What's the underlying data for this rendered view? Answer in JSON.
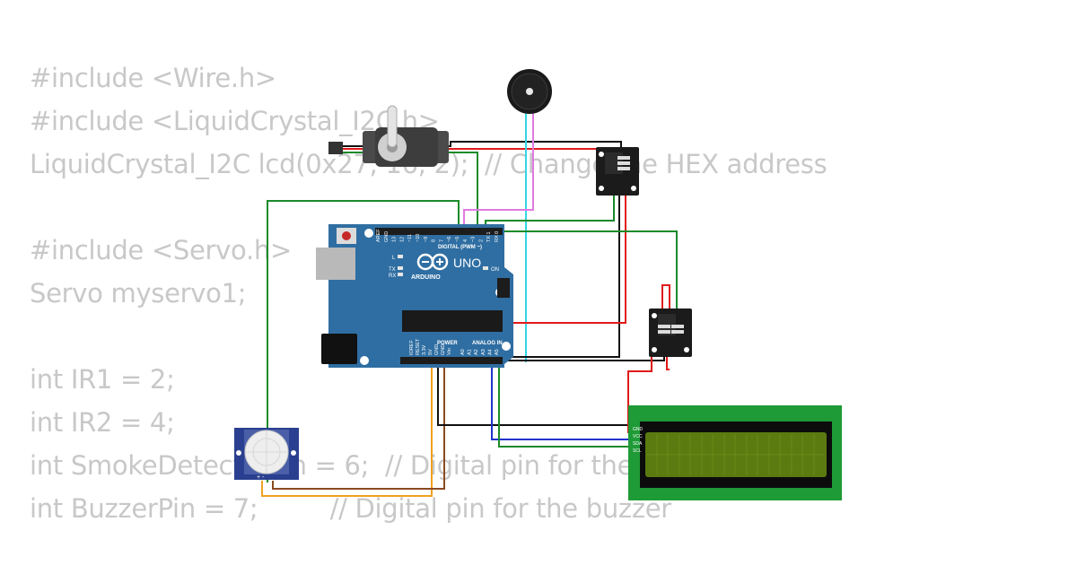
{
  "code": {
    "lines": [
      "#include <Wire.h>",
      "#include <LiquidCrystal_I2C.h>",
      "LiquidCrystal_I2C lcd(0x27, 16, 2);  // Change the HEX address",
      "",
      "#include <Servo.h>",
      "Servo myservo1;",
      "",
      "int IR1 = 2;",
      "int IR2 = 4;",
      "int SmokeDetectorPin = 6;  // Digital pin for the smoke detector",
      "int BuzzerPin = 7;         // Digital pin for the buzzer"
    ]
  },
  "board": {
    "brand": "ARDUINO",
    "model": "UNO",
    "digital_header": "DIGITAL (PWM ~)",
    "power_header": "POWER",
    "analog_header": "ANALOG IN",
    "led_l": "L",
    "led_tx": "TX",
    "led_rx": "RX",
    "led_on": "ON",
    "digital_pins": [
      "AREF",
      "GND",
      "13",
      "12",
      "~11",
      "~10",
      "~9",
      "8",
      "7",
      "~6",
      "~5",
      "4",
      "~3",
      "2",
      "TX 1",
      "RX 0"
    ],
    "power_pins": [
      "IOREF",
      "RESET",
      "3.3V",
      "5V",
      "GND",
      "GND",
      "Vin"
    ],
    "analog_pins": [
      "A0",
      "A1",
      "A2",
      "A3",
      "A4",
      "A5"
    ]
  },
  "lcd": {
    "pins": [
      "GND",
      "VCC",
      "SDA",
      "SCL"
    ]
  },
  "pir": {
    "pin_labels": "+ -"
  },
  "colors": {
    "board": "#2f6ea2",
    "lcd_frame": "#1e9a36",
    "lcd_screen": "#5b7a10",
    "wire_red": "#e01a1a",
    "wire_black": "#111111",
    "wire_green": "#1a8a2a",
    "wire_blue": "#2233cc",
    "wire_cyan": "#33d6e6",
    "wire_pink": "#e07ae0",
    "wire_orange": "#f0a020",
    "wire_brown": "#8a4a20"
  }
}
